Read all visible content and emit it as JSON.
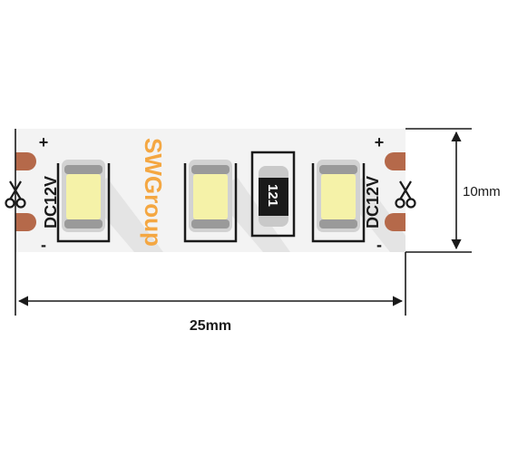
{
  "brand": {
    "text": "SWGroup",
    "color": "#f4a742"
  },
  "left_end": {
    "plus": "+",
    "minus": "-",
    "voltage": "DC12V",
    "cut_icon": "scissors-icon"
  },
  "right_end": {
    "plus": "+",
    "minus": "-",
    "voltage": "DC12V",
    "cut_icon": "scissors-icon"
  },
  "resistor": {
    "code": "121"
  },
  "dimensions": {
    "width_label": "25mm",
    "height_label": "10mm"
  },
  "colors": {
    "pad": "#b5694a",
    "strip": "#f2f2f2",
    "led": "#f5f2a8",
    "resistor_body": "#1a1a1a"
  }
}
